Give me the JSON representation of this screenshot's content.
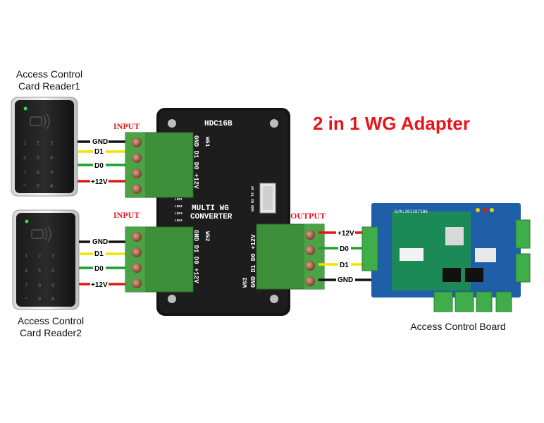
{
  "title": "2 in 1 WG Adapter",
  "colors": {
    "title": "#e8141c",
    "port_label": "#e8141c",
    "gnd": "#111111",
    "d1": "#f2e200",
    "d0": "#1f9e2c",
    "v12": "#e01818",
    "device": "#1b1b1b",
    "terminal": "#3d8f3a",
    "board": "#1f5fa8",
    "pcb": "#1c8a57"
  },
  "readers": [
    {
      "label_line1": "Access Control",
      "label_line2": "Card Reader1"
    },
    {
      "label_line1": "Access Control",
      "label_line2": "Card Reader2"
    }
  ],
  "adapter": {
    "model": "HDC16B",
    "name_line1": "MULTI WG",
    "name_line2": "CONVERTER",
    "port1_pins": "GND D1 D0 +12V",
    "port1_name": "WG1",
    "port2_pins": "GND D1 D0 +12V",
    "port2_name": "WG2",
    "port3_pins": "GND D1 D0 +12V",
    "port3_name": "WG3",
    "serial_pins": "GND RX TX 5V",
    "leds": [
      "LED1",
      "LED2",
      "LED3",
      "LED4"
    ]
  },
  "ports": {
    "input1": "INPUT",
    "input2": "INPUT",
    "output": "OUTPUT"
  },
  "wires": {
    "reader1": [
      "GND",
      "D1",
      "D0",
      "+12V"
    ],
    "reader2": [
      "GND",
      "D1",
      "D0",
      "+12V"
    ],
    "output": [
      "+12V",
      "D0",
      "D1",
      "GND"
    ]
  },
  "board": {
    "label": "Access Control Board",
    "serial": "S/N:201107186"
  }
}
